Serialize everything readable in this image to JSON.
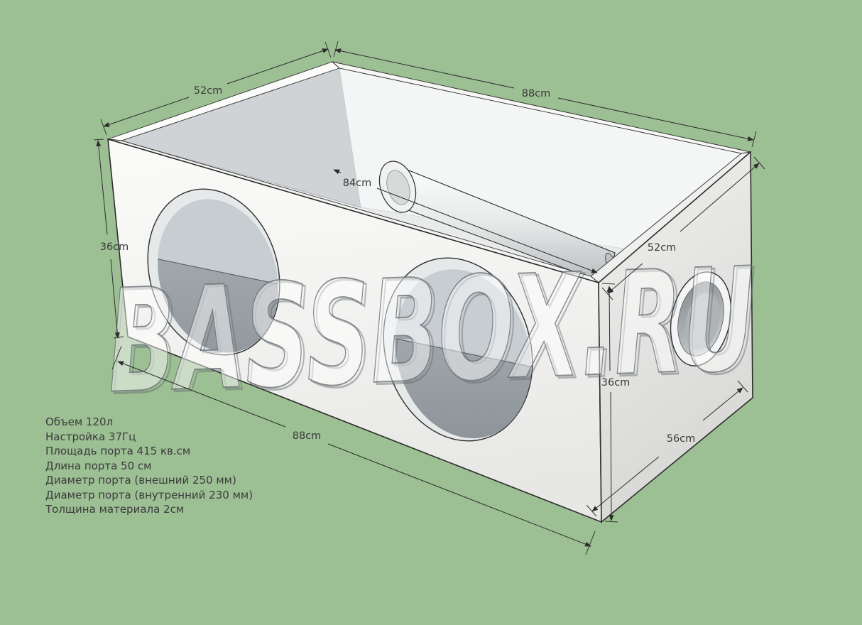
{
  "scene": {
    "background_color": "#9dbf94",
    "box_fill_color": "#f2f2f0",
    "edge_color": "#2c2c2c",
    "dimension_text_color": "#3a3a3a"
  },
  "watermark": {
    "text": "BASSBOX.RU"
  },
  "dimensions": {
    "top_left_depth": "52cm",
    "top_back_width": "88cm",
    "inner_width": "84cm",
    "front_left_height": "36cm",
    "right_top_depth": "52cm",
    "right_front_height": "36cm",
    "bottom_right_depth": "56cm",
    "bottom_front_width": "88cm"
  },
  "specs": {
    "lines": [
      "Объем 120л",
      "Настройка 37Гц",
      "Площадь порта 415 кв.см",
      "Длина порта 50 см",
      "Диаметр порта (внешний 250 мм)",
      "Диаметр порта (внутренний 230 мм)",
      "Толщина материала 2см"
    ]
  }
}
